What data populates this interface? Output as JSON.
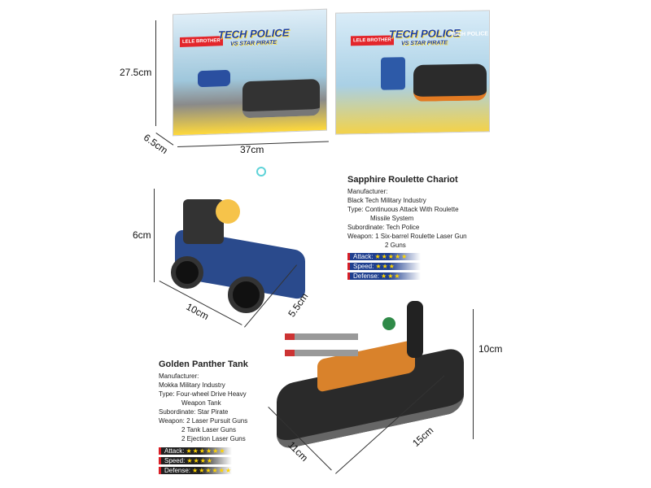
{
  "boxes": {
    "brand": "LELE BROTHER",
    "title": "TECH POLICE",
    "subtitle": "VS STAR PIRATE",
    "back_label": "TECH POLICE"
  },
  "dimensions": {
    "box_height": "27.5cm",
    "box_depth": "6.5cm",
    "box_width": "37cm",
    "chariot_height": "6cm",
    "chariot_length": "10cm",
    "chariot_width": "5.5cm",
    "tank_height": "10cm",
    "tank_length": "15cm",
    "tank_width": "11cm"
  },
  "chariot": {
    "name": "Sapphire Roulette Chariot",
    "lines": [
      "Manufacturer:",
      "Black Tech Military Industry",
      "Type: Continuous Attack With Roulette",
      "Missile System",
      "Subordinate: Tech Police",
      "Weapon: 1 Six-barrel Roulette Laser Gun",
      "2 Guns"
    ],
    "stats": [
      {
        "label": "Attack:",
        "stars": "★★★★★",
        "value": 5
      },
      {
        "label": "Speed:",
        "stars": "★★★",
        "value": 3
      },
      {
        "label": "Defense:",
        "stars": "★★★",
        "value": 3
      }
    ],
    "bar_color": "#1f3f8f"
  },
  "tank": {
    "name": "Golden Panther Tank",
    "lines": [
      "Manufacturer:",
      "Mokka Military Industry",
      "Type: Four-wheel Drive Heavy",
      "Weapon Tank",
      "Subordinate: Star Pirate",
      "Weapon: 2 Laser Pursuit Guns",
      "2 Tank Laser Guns",
      "2 Ejection Laser Guns"
    ],
    "stats": [
      {
        "label": "Attack:",
        "stars": "★★★★★★",
        "value": 6
      },
      {
        "label": "Speed:",
        "stars": "★★★★",
        "value": 4
      },
      {
        "label": "Defense:",
        "stars": "★★★★★★",
        "value": 6
      }
    ],
    "bar_color": "#222222"
  }
}
